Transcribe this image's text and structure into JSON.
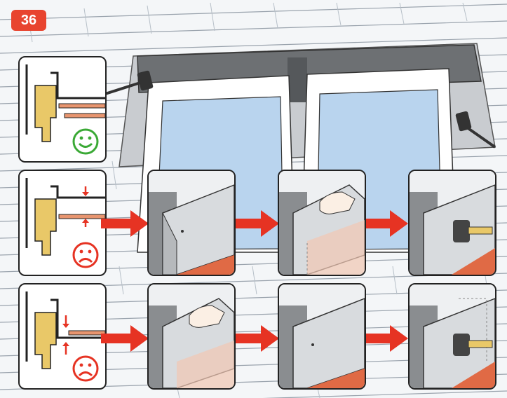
{
  "step": {
    "number": "36"
  },
  "colors": {
    "badge": "#e8442f",
    "arrow": "#e63323",
    "ok": "#3aa935",
    "error": "#e63323",
    "frame": "#e9c868",
    "flashing": "#e8956f",
    "glass": "#b9d4ee",
    "roof_tile": "#f7f8fa",
    "roof_line": "#9aa3ad",
    "cladding": "#8a8d90",
    "panel_grey": "#d8dbde",
    "shadow_orange": "#e06a45"
  },
  "icons": {
    "ok_state": "happy-face-icon",
    "error_state": "sad-face-icon",
    "tool": "rubber-mallet-icon"
  },
  "rows": [
    {
      "condition": "correct",
      "face": "happy"
    },
    {
      "condition": "gap-too-large",
      "face": "sad"
    },
    {
      "condition": "flashing-too-low",
      "face": "sad"
    }
  ]
}
